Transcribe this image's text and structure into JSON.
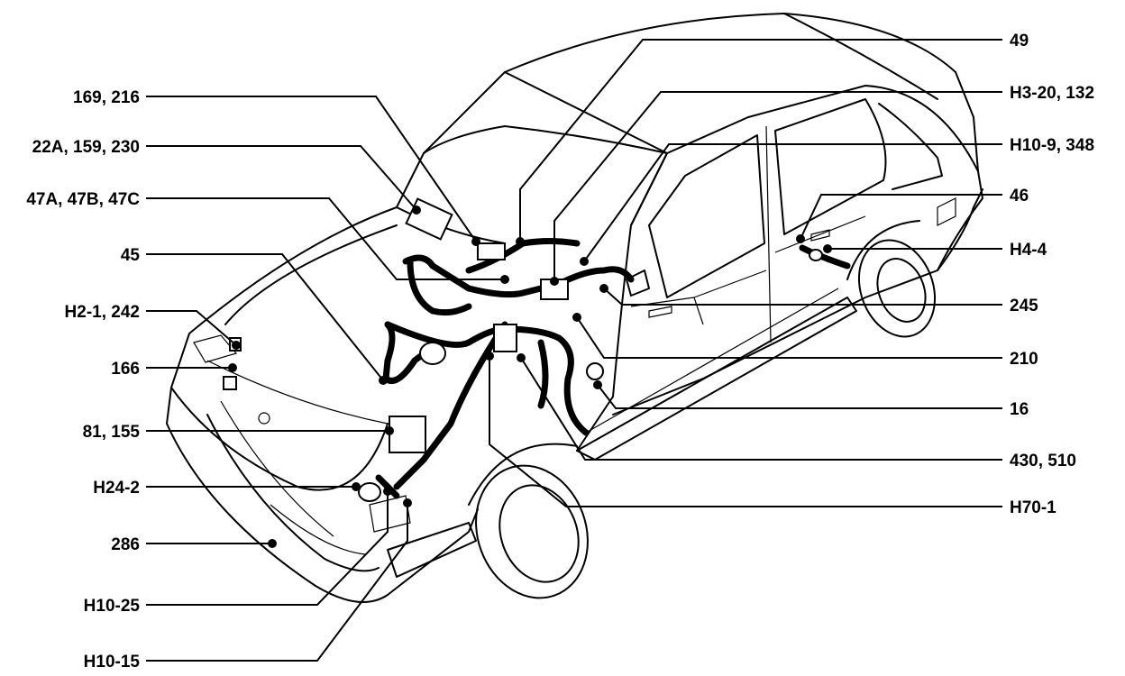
{
  "callouts": {
    "c169_216": "169, 216",
    "c22a": "22A, 159, 230",
    "c47": "47A, 47B, 47C",
    "c45": "45",
    "ch2_1": "H2-1, 242",
    "c166": "166",
    "c81": "81, 155",
    "ch24_2": "H24-2",
    "c286": "286",
    "ch10_25": "H10-25",
    "ch10_15": "H10-15",
    "c49": "49",
    "ch3_20": "H3-20, 132",
    "ch10_9": "H10-9, 348",
    "c46": "46",
    "ch4_4": "H4-4",
    "c245": "245",
    "c210": "210",
    "c16": "16",
    "c430": "430, 510",
    "ch70_1": "H70-1"
  }
}
